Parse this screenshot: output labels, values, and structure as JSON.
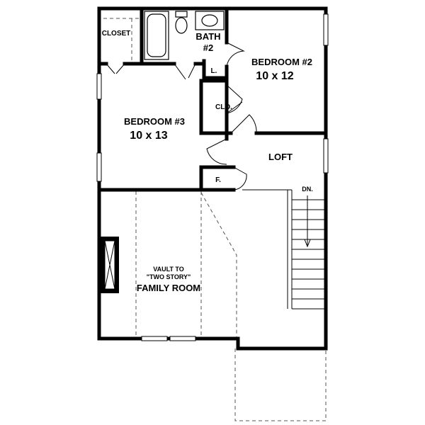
{
  "rooms": {
    "closet": "CLOSET",
    "bath_name": "BATH",
    "bath_num": "#2",
    "linen": "L.",
    "bedroom2_name": "BEDROOM #2",
    "bedroom2_size": "10 x 12",
    "closet_small": "CLO.",
    "bedroom3_name": "BEDROOM #3",
    "bedroom3_size": "10 x 13",
    "loft": "LOFT",
    "furnace": "F.",
    "stair_down": "DN.",
    "vault_line1": "VAULT TO",
    "vault_line2": "\"TWO STORY\"",
    "family_room": "FAMILY ROOM"
  }
}
